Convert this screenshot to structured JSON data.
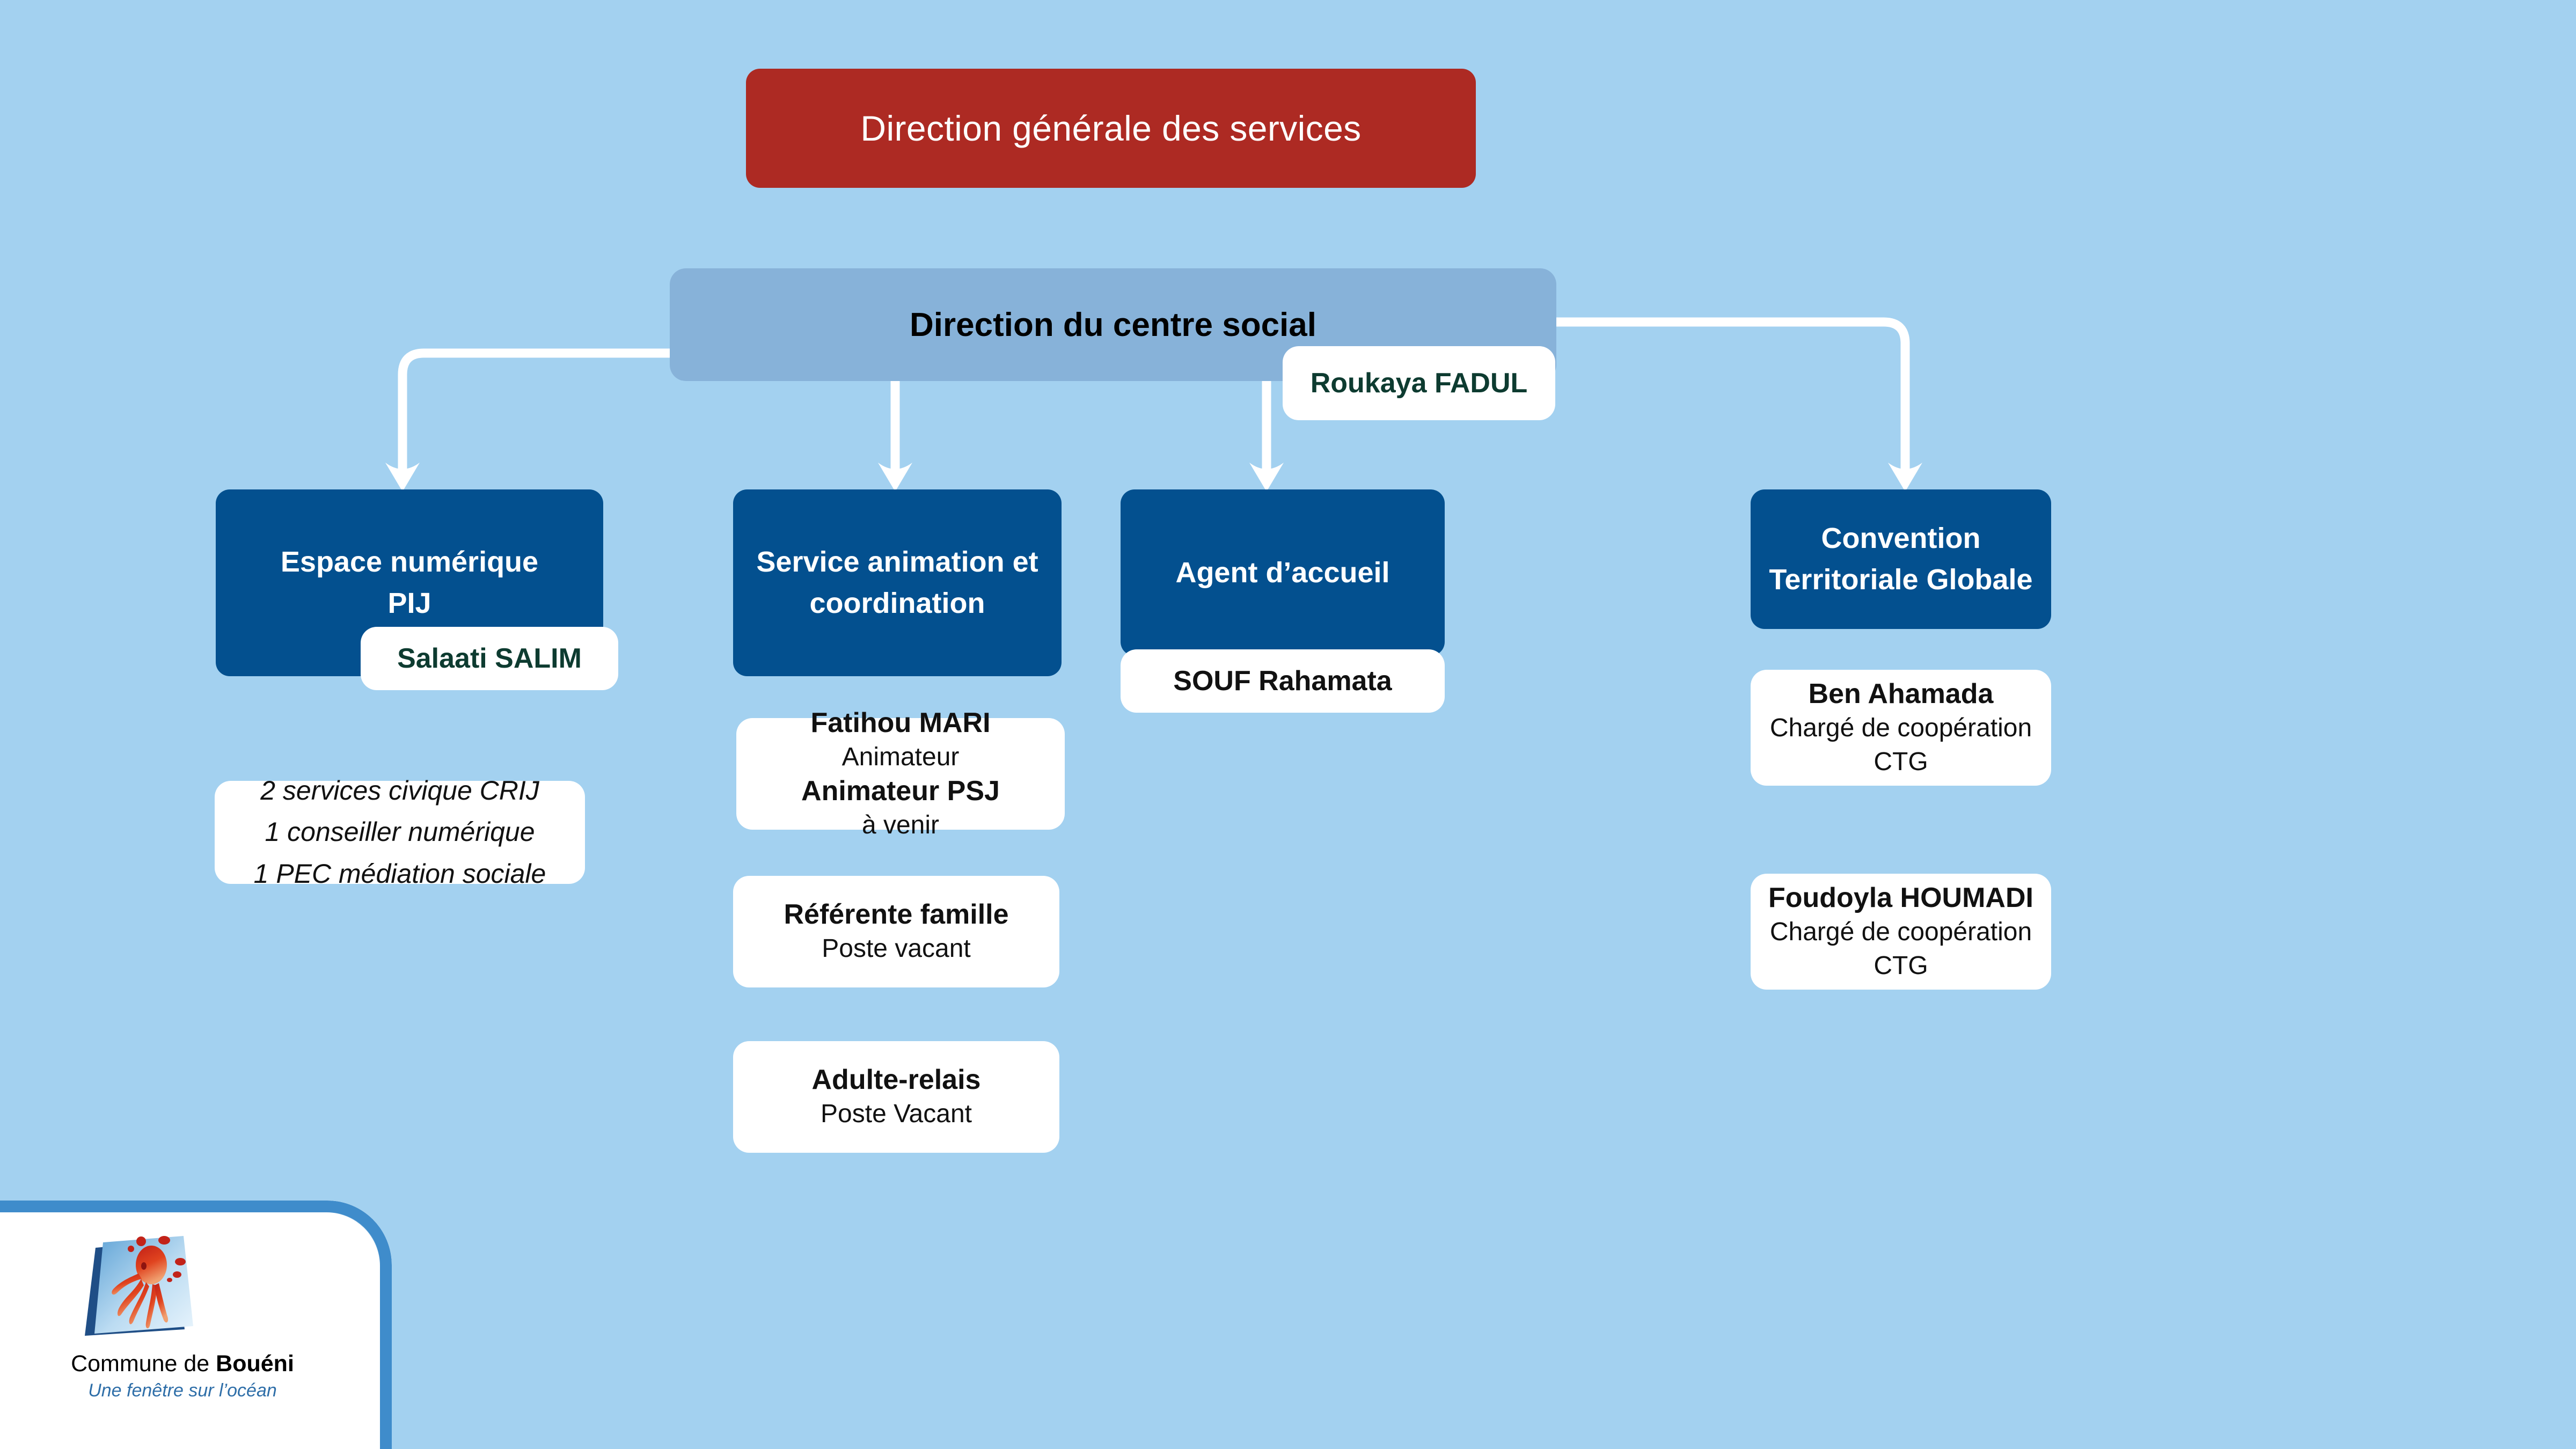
{
  "chart_data": {
    "type": "diagram",
    "title": "Organigramme - Direction du centre social",
    "subtype": "org-chart",
    "background_color": "#a3d1f0",
    "palette": {
      "red": "#ad2a23",
      "mid_blue": "#87b2d9",
      "dark_blue": "#03508f",
      "white": "#ffffff",
      "name_green": "#0d3b30",
      "connector": "#ffffff"
    },
    "nodes": [
      {
        "id": "dgs",
        "label": "Direction générale des services",
        "level": 0,
        "style": "red"
      },
      {
        "id": "dcs",
        "label": "Direction du centre social",
        "level": 1,
        "style": "mid_blue",
        "holder": "Roukaya FADUL"
      },
      {
        "id": "pij",
        "label": "Espace numérique PIJ",
        "level": 2,
        "style": "dark_blue",
        "holder": "Salaati SALIM"
      },
      {
        "id": "anim",
        "label": "Service animation et coordination",
        "level": 2,
        "style": "dark_blue"
      },
      {
        "id": "accueil",
        "label": "Agent d’accueil",
        "level": 2,
        "style": "dark_blue",
        "holder": "SOUF Rahamata"
      },
      {
        "id": "ctg",
        "label": "Convention Territoriale Globale",
        "level": 2,
        "style": "dark_blue"
      }
    ],
    "edges": [
      {
        "from": "dcs",
        "to": "pij"
      },
      {
        "from": "dcs",
        "to": "anim"
      },
      {
        "from": "dcs",
        "to": "accueil"
      },
      {
        "from": "dcs",
        "to": "ctg"
      }
    ]
  },
  "top": {
    "title": "Direction générale des services"
  },
  "direction": {
    "title": "Direction du centre social",
    "holder": "Roukaya FADUL"
  },
  "col_pij": {
    "title_line1": "Espace numérique",
    "title_line2": "PIJ",
    "holder": "Salaati SALIM",
    "staff_line1": "2 services civique CRIJ",
    "staff_line2": "1  conseiller numérique",
    "staff_line3": "1  PEC médiation sociale"
  },
  "col_anim": {
    "title_line1": "Service animation et",
    "title_line2": "coordination",
    "card1": {
      "name": "Fatihou MARI",
      "role": "Animateur",
      "name2": "Animateur PSJ",
      "role2": "à venir"
    },
    "card2": {
      "name": "Référente famille",
      "role": "Poste vacant"
    },
    "card3": {
      "name": "Adulte-relais",
      "role": "Poste Vacant"
    }
  },
  "col_accueil": {
    "title": "Agent d’accueil",
    "holder": "SOUF Rahamata"
  },
  "col_ctg": {
    "title_line1": "Convention",
    "title_line2": "Territoriale Globale",
    "card1": {
      "name": "Ben Ahamada",
      "role_line1": "Chargé de coopération",
      "role_line2": "CTG"
    },
    "card2": {
      "name": "Foudoyla HOUMADI",
      "role_line1": "Chargé de coopération",
      "role_line2": "CTG"
    }
  },
  "logo": {
    "line1_prefix": "Commune de ",
    "line1_bold": "Bouéni",
    "tagline": "Une fenêtre sur l’océan"
  }
}
